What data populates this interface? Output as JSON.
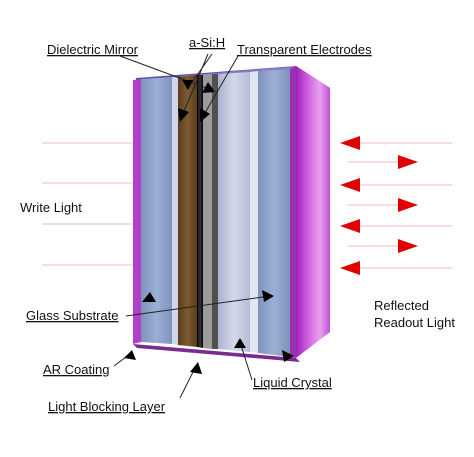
{
  "labels": {
    "dielectric_mirror": "Dielectric Mirror",
    "a_si_h": "a-Si:H",
    "transparent_electrodes": "Transparent Electrodes",
    "write_light": "Write Light",
    "glass_substrate": "Glass Substrate",
    "reflected_line1": "Reflected",
    "reflected_line2": "Readout Light",
    "ar_coating": "AR Coating",
    "liquid_crystal": "Liquid Crystal",
    "light_blocking_layer": "Light Blocking Layer"
  },
  "colors": {
    "arrow_red": "#e00000",
    "beam_pink": "#f4b8b8",
    "purple": "#b040c0",
    "glass": "#8aa0c6",
    "silicon_brown": "#6b4a25",
    "liquid_crystal": "#c4cce0",
    "blocking_black": "#141414"
  }
}
